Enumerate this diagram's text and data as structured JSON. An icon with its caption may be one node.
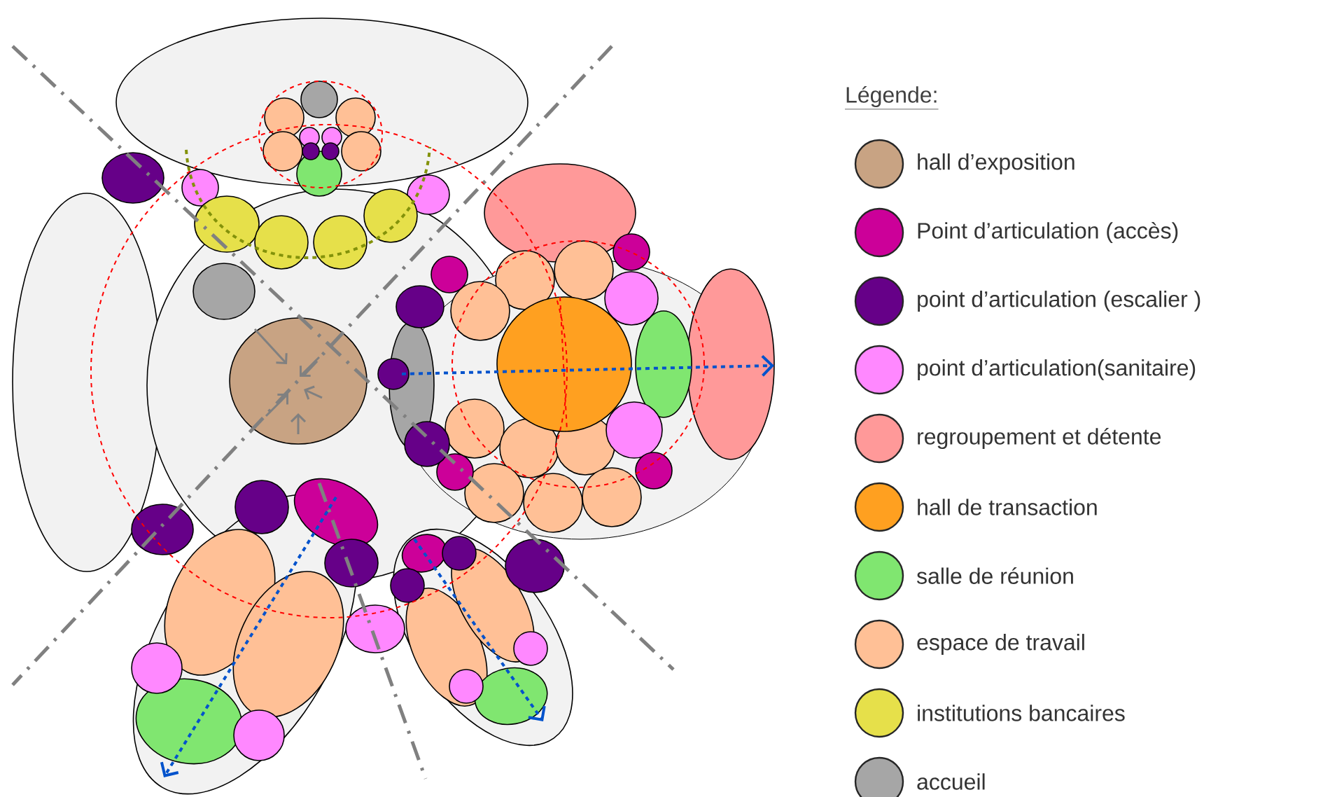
{
  "diagram": {
    "labels": [
      "Légende:"
    ],
    "legend": [
      {
        "text": "hall d’exposition",
        "color": "#c8a383"
      },
      {
        "text": "Point d’articulation  (accès)",
        "color": "#cc0099"
      },
      {
        "text": "point d’articulation  (escalier )",
        "color": "#660088"
      },
      {
        "text": "point d’articulation(sanitaire)",
        "color": "#ff88ff"
      },
      {
        "text": "regroupement et détente",
        "color": "#ff9999"
      },
      {
        "text": "hall de transaction",
        "color": "#ffa020"
      },
      {
        "text": "salle de réunion",
        "color": "#80e670"
      },
      {
        "text": "espace de travail",
        "color": "#ffc096"
      },
      {
        "text": "institutions bancaires",
        "color": "#e6e04a"
      },
      {
        "text": "accueil",
        "color": "#a6a6a6"
      }
    ]
  }
}
